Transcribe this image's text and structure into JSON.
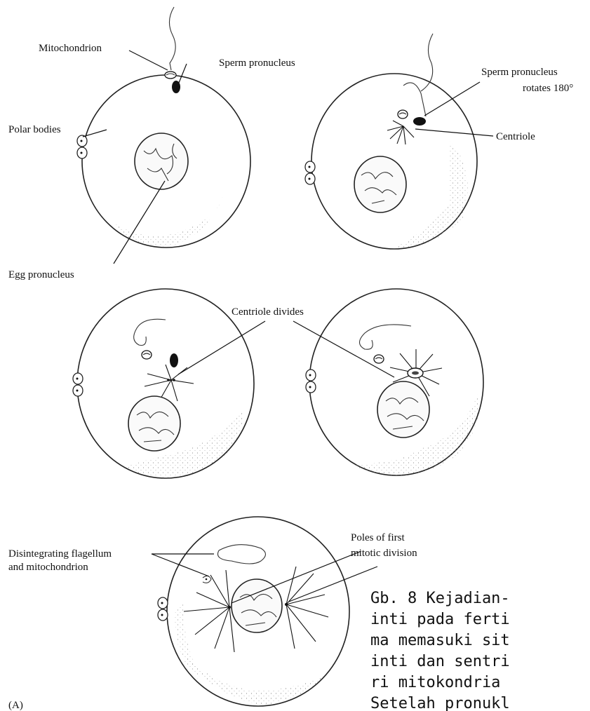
{
  "labels": {
    "mitochondrion": "Mitochondrion",
    "sperm_pronucleus": "Sperm pronucleus",
    "polar_bodies": "Polar bodies",
    "egg_pronucleus": "Egg pronucleus",
    "sperm_rotates_line1": "Sperm pronucleus",
    "sperm_rotates_line2": "rotates 180°",
    "centriole": "Centriole",
    "centriole_divides": "Centriole divides",
    "disintegrating_line1": "Disintegrating flagellum",
    "disintegrating_line2": "and mitochondrion",
    "poles_line1": "Poles of first",
    "poles_line2": "mitotic division",
    "panel_letter": "(A)"
  },
  "caption": {
    "line1": "Gb. 8 Kejadian-",
    "line2": "inti pada ferti",
    "line3": "ma memasuki sit",
    "line4": "inti dan sentri",
    "line5": "ri mitokondria",
    "line6": "Setelah pronukl"
  }
}
